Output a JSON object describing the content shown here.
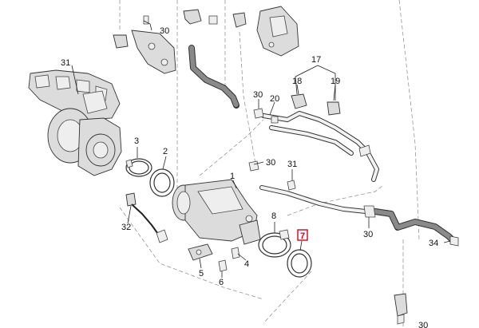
{
  "diagram": {
    "callouts": [
      {
        "id": "c1",
        "text": "1"
      },
      {
        "id": "c2",
        "text": "2"
      },
      {
        "id": "c3",
        "text": "3"
      },
      {
        "id": "c4",
        "text": "4"
      },
      {
        "id": "c5",
        "text": "5"
      },
      {
        "id": "c6",
        "text": "6"
      },
      {
        "id": "c7",
        "text": "7",
        "highlighted": true
      },
      {
        "id": "c8",
        "text": "8"
      },
      {
        "id": "c17",
        "text": "17"
      },
      {
        "id": "c18",
        "text": "18"
      },
      {
        "id": "c19",
        "text": "19"
      },
      {
        "id": "c20",
        "text": "20"
      },
      {
        "id": "c30a",
        "text": "30"
      },
      {
        "id": "c30b",
        "text": "30"
      },
      {
        "id": "c30c",
        "text": "30"
      },
      {
        "id": "c30d",
        "text": "30"
      },
      {
        "id": "c31a",
        "text": "31"
      },
      {
        "id": "c31b",
        "text": "31"
      },
      {
        "id": "c32",
        "text": "32"
      },
      {
        "id": "c34",
        "text": "34"
      },
      {
        "id": "c30e",
        "text": "30"
      }
    ],
    "colors": {
      "highlight": "#d9001b",
      "line": "#222222",
      "part_fill": "#dcdcdc"
    }
  }
}
